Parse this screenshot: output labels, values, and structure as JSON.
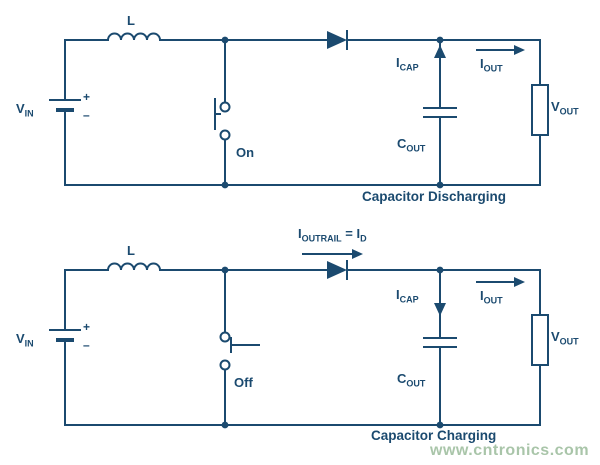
{
  "colors": {
    "circuit": "#1b4a6f",
    "watermark": "#a9c5a9",
    "background": "#ffffff"
  },
  "top_circuit": {
    "caption": "Capacitor Discharging",
    "inductor_label": "L",
    "vin": {
      "main": "V",
      "sub": "IN"
    },
    "plus": "+",
    "minus": "–",
    "switch_state": "On",
    "icap": {
      "main": "I",
      "sub": "CAP"
    },
    "iout": {
      "main": "I",
      "sub": "OUT"
    },
    "cout": {
      "main": "C",
      "sub": "OUT"
    },
    "vout": {
      "main": "V",
      "sub": "OUT"
    }
  },
  "bottom_circuit": {
    "caption": "Capacitor Charging",
    "inductor_label": "L",
    "vin": {
      "main": "V",
      "sub": "IN"
    },
    "plus": "+",
    "minus": "–",
    "switch_state": "Off",
    "icap": {
      "main": "I",
      "sub": "CAP"
    },
    "iout": {
      "main": "I",
      "sub": "OUT"
    },
    "cout": {
      "main": "C",
      "sub": "OUT"
    },
    "vout": {
      "main": "V",
      "sub": "OUT"
    },
    "ioutrail": {
      "p1": "I",
      "s1": "OUTRAIL",
      "p2": " = I",
      "s2": "D"
    }
  },
  "watermark": "www.cntronics.com"
}
